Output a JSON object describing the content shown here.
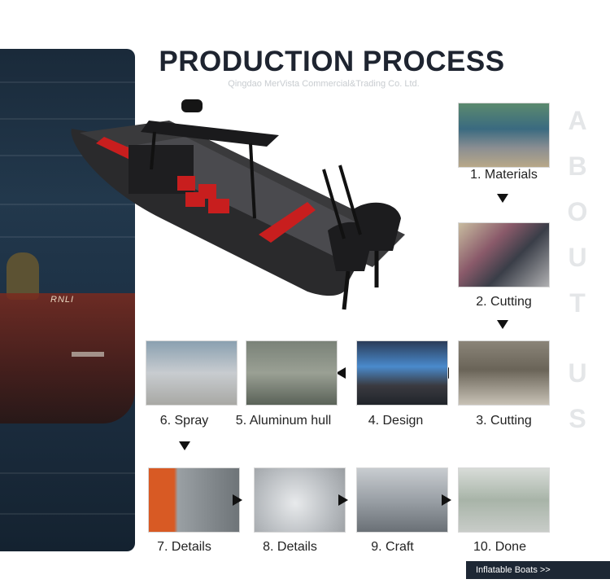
{
  "header": {
    "title": "PRODUCTION PROCESS",
    "subtitle": "Qingdao MerVista Commercial&Trading Co. Ltd."
  },
  "side_text": [
    "A",
    "B",
    "O",
    "U",
    "T",
    "U",
    "S"
  ],
  "side_photo": {
    "boat_lettering": "RNLI"
  },
  "steps": [
    {
      "label": "1. Materials"
    },
    {
      "label": "2. Cutting"
    },
    {
      "label": "3. Cutting"
    },
    {
      "label": "4. Design"
    },
    {
      "label": "5. Aluminum hull"
    },
    {
      "label": "6. Spray"
    },
    {
      "label": "7. Details"
    },
    {
      "label": "8. Details"
    },
    {
      "label": "9. Craft"
    },
    {
      "label": "10. Done"
    }
  ],
  "footer": {
    "button_label": "Inflatable Boats  >>"
  }
}
